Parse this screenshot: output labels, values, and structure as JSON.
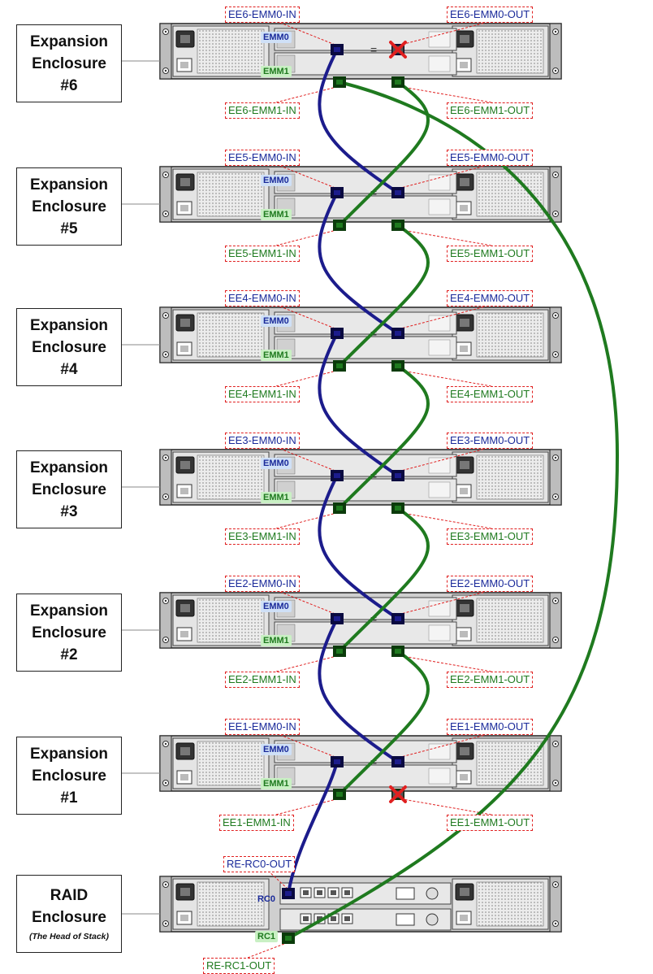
{
  "enclosures": [
    {
      "id": "ee6",
      "line1": "Expansion",
      "line2": "Enclosure",
      "line3": "#6",
      "emm0_label": "EMM0",
      "emm1_label": "EMM1",
      "emm0_in": "EE6-EMM0-IN",
      "emm0_out": "EE6-EMM0-OUT",
      "emm1_in": "EE6-EMM1-IN",
      "emm1_out": "EE6-EMM1-OUT"
    },
    {
      "id": "ee5",
      "line1": "Expansion",
      "line2": "Enclosure",
      "line3": "#5",
      "emm0_label": "EMM0",
      "emm1_label": "EMM1",
      "emm0_in": "EE5-EMM0-IN",
      "emm0_out": "EE5-EMM0-OUT",
      "emm1_in": "EE5-EMM1-IN",
      "emm1_out": "EE5-EMM1-OUT"
    },
    {
      "id": "ee4",
      "line1": "Expansion",
      "line2": "Enclosure",
      "line3": "#4",
      "emm0_label": "EMM0",
      "emm1_label": "EMM1",
      "emm0_in": "EE4-EMM0-IN",
      "emm0_out": "EE4-EMM0-OUT",
      "emm1_in": "EE4-EMM1-IN",
      "emm1_out": "EE4-EMM1-OUT"
    },
    {
      "id": "ee3",
      "line1": "Expansion",
      "line2": "Enclosure",
      "line3": "#3",
      "emm0_label": "EMM0",
      "emm1_label": "EMM1",
      "emm0_in": "EE3-EMM0-IN",
      "emm0_out": "EE3-EMM0-OUT",
      "emm1_in": "EE3-EMM1-IN",
      "emm1_out": "EE3-EMM1-OUT"
    },
    {
      "id": "ee2",
      "line1": "Expansion",
      "line2": "Enclosure",
      "line3": "#2",
      "emm0_label": "EMM0",
      "emm1_label": "EMM1",
      "emm0_in": "EE2-EMM0-IN",
      "emm0_out": "EE2-EMM0-OUT",
      "emm1_in": "EE2-EMM1-IN",
      "emm1_out": "EE2-EMM1-OUT"
    },
    {
      "id": "ee1",
      "line1": "Expansion",
      "line2": "Enclosure",
      "line3": "#1",
      "emm0_label": "EMM0",
      "emm1_label": "EMM1",
      "emm0_in": "EE1-EMM0-IN",
      "emm0_out": "EE1-EMM0-OUT",
      "emm1_in": "EE1-EMM1-IN",
      "emm1_out": "EE1-EMM1-OUT"
    }
  ],
  "raid": {
    "line1": "RAID",
    "line2": "Enclosure",
    "subtitle": "(The Head of Stack)",
    "rc0_label": "RC0",
    "rc1_label": "RC1",
    "rc0_out": "RE-RC0-OUT",
    "rc1_out": "RE-RC1-OUT"
  },
  "colors": {
    "emm0_cable": "#1c1c8c",
    "emm1_cable": "#1f7a1f",
    "callout_border": "#e02020",
    "unused_port_mark": "#e02020",
    "chassis_fill": "#d9d9d9",
    "chassis_stroke": "#333333"
  },
  "unused_ports": [
    "EE6-EMM0-OUT",
    "EE1-EMM1-OUT"
  ]
}
